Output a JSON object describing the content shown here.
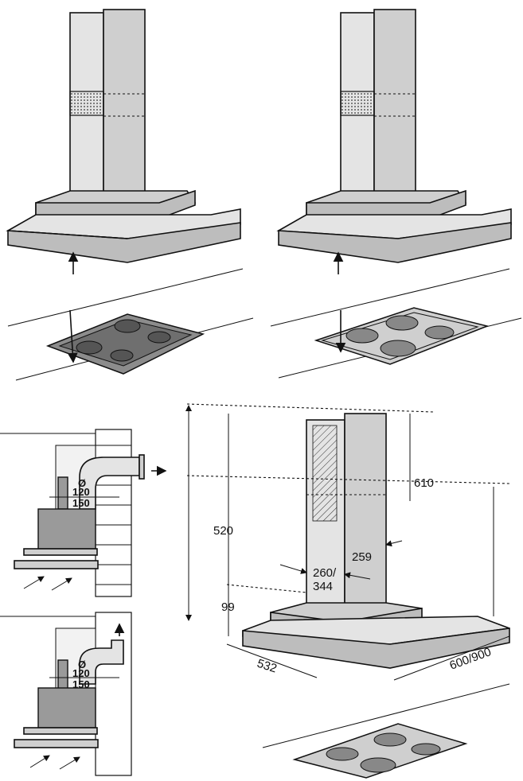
{
  "diagram": {
    "dimensions": {
      "chimney_upper_height": "610",
      "chimney_lower_height": "520",
      "chimney_depth": "259",
      "chimney_width": "260/",
      "chimney_width_alt": "344",
      "canopy_height": "99",
      "canopy_depth": "532",
      "canopy_width": "600/900"
    },
    "duct_top": {
      "diameter_symbol": "Ø",
      "diameter_1": "120",
      "diameter_2": "150"
    },
    "duct_bottom": {
      "diameter_symbol": "Ø",
      "diameter_1": "120",
      "diameter_2": "150"
    }
  }
}
